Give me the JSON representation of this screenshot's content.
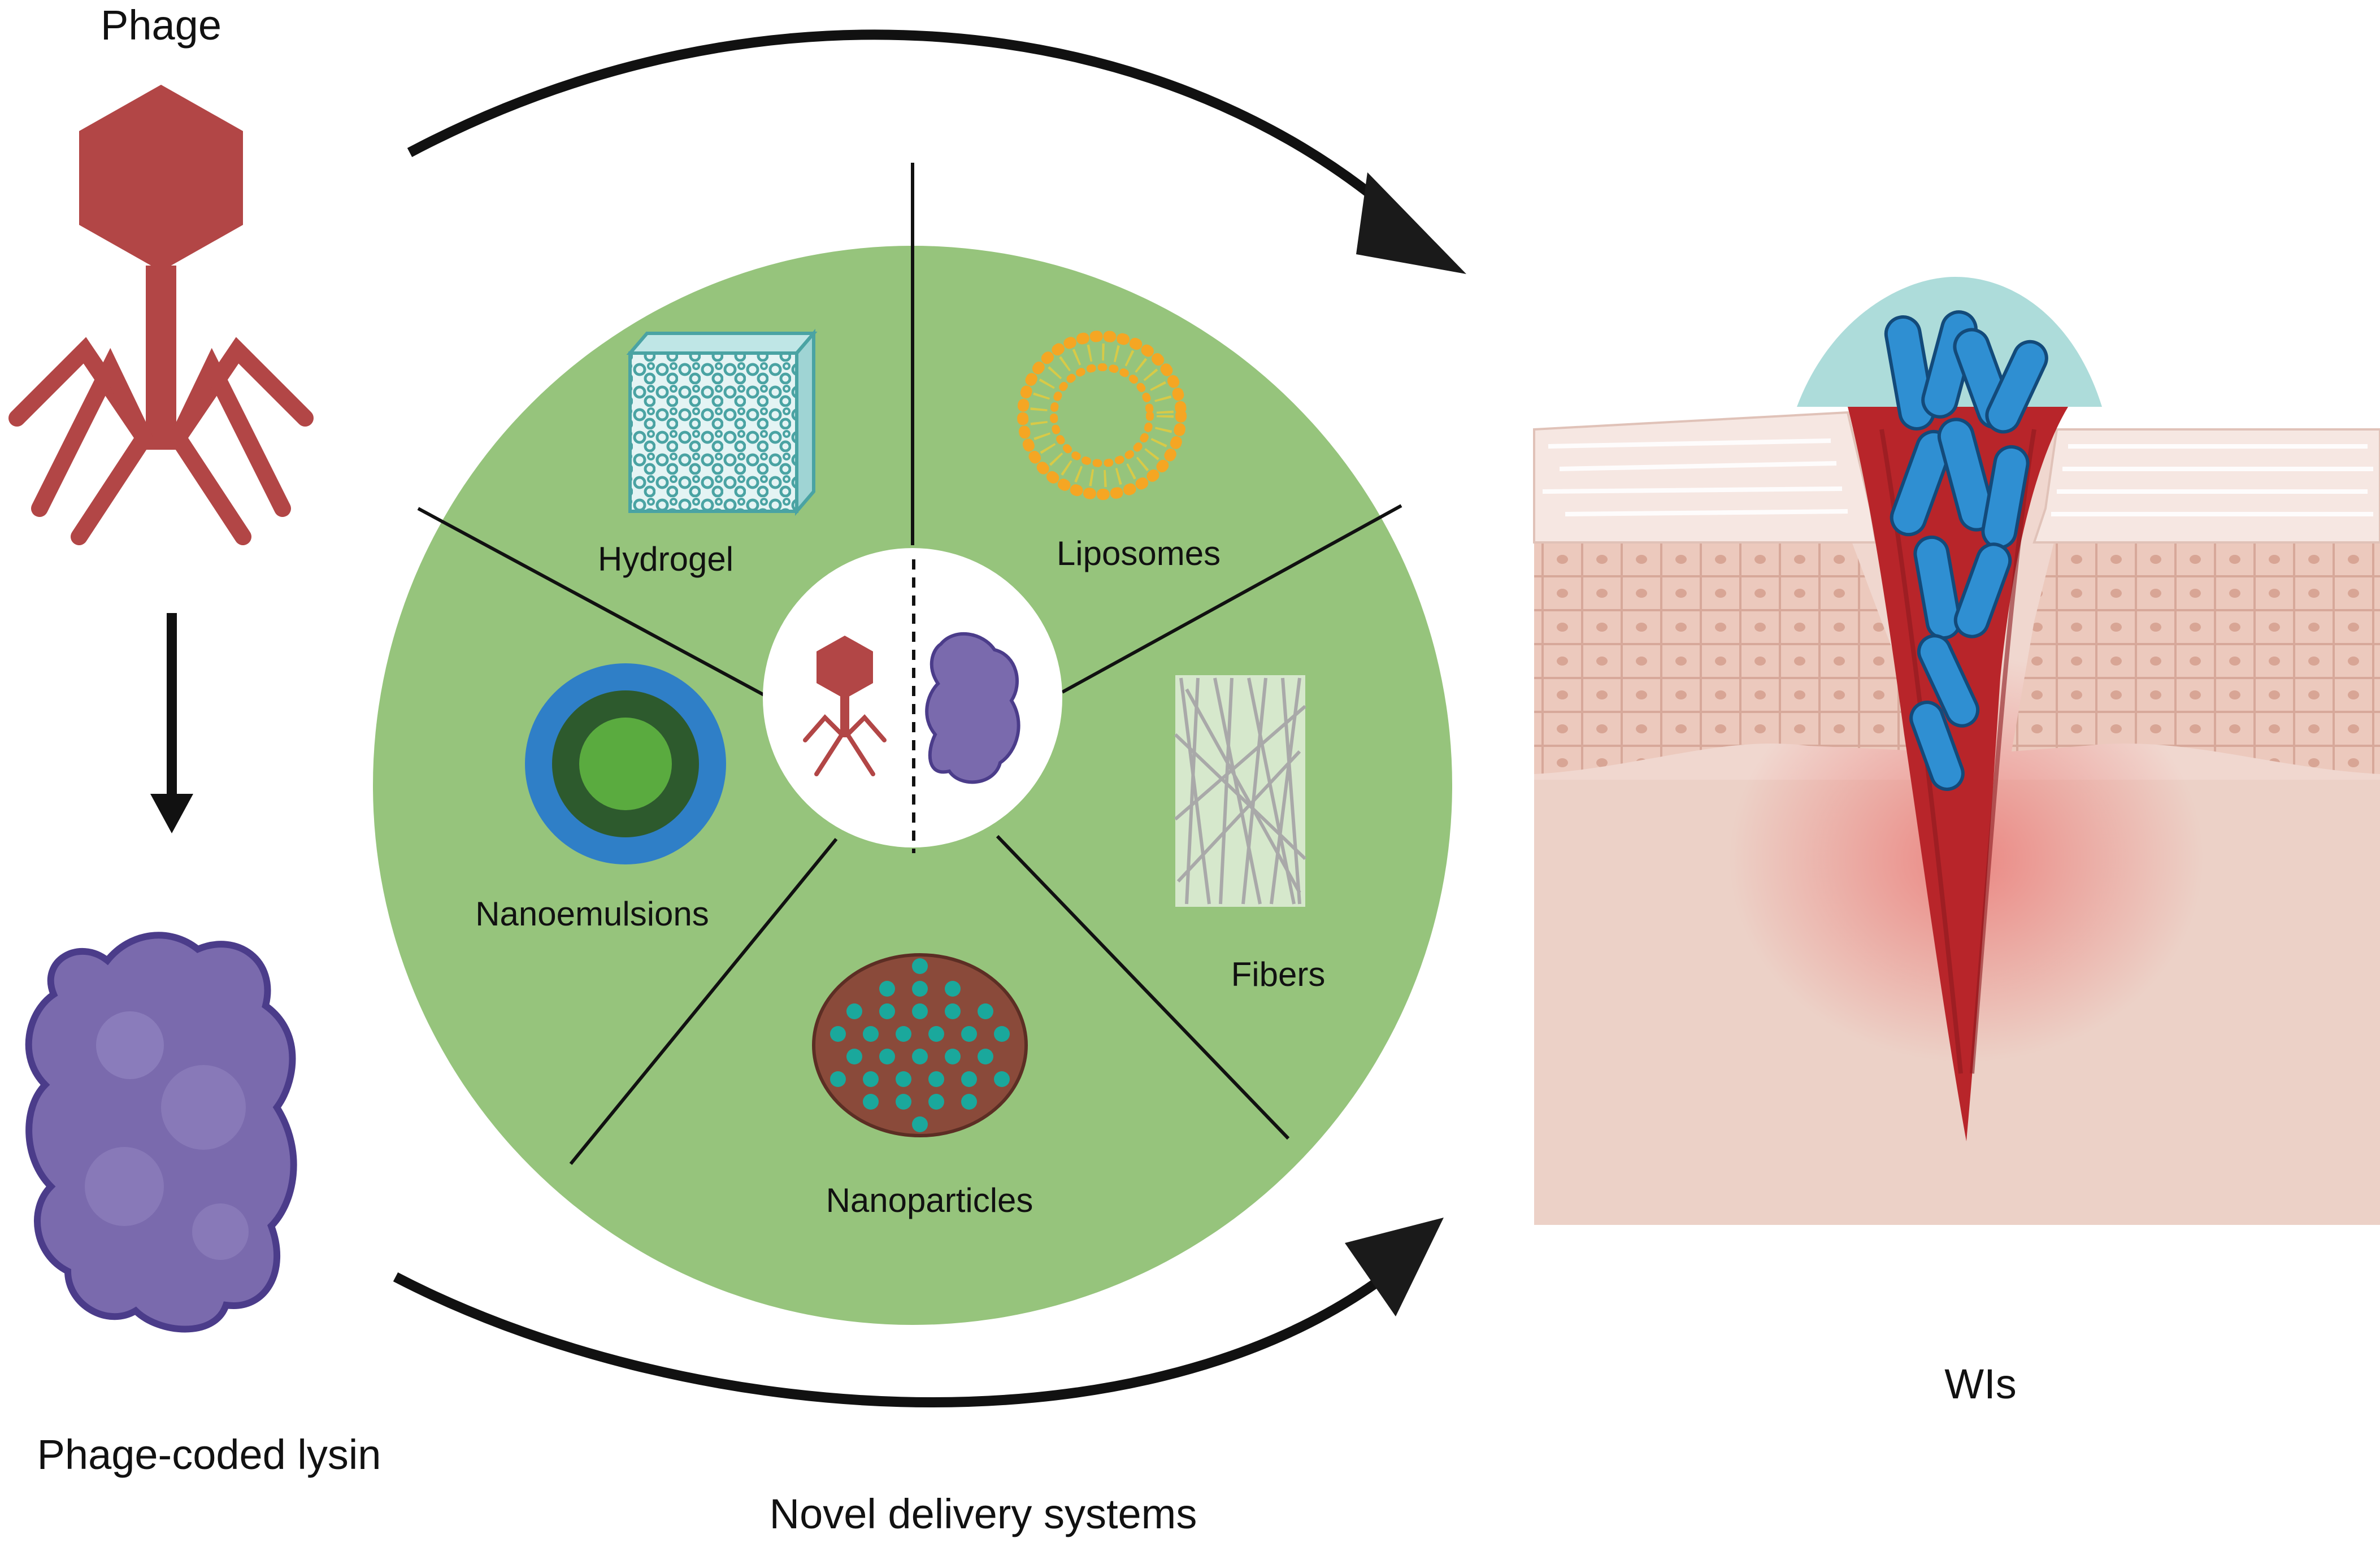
{
  "labels": {
    "phage": "Phage",
    "lysin": "Phage-coded lysin",
    "delivery": "Novel  delivery systems",
    "wound": "WIs"
  },
  "segments": [
    {
      "key": "hydrogel",
      "label": "Hydrogel",
      "icon": "hydrogel-cube-icon"
    },
    {
      "key": "liposomes",
      "label": "Liposomes",
      "icon": "liposome-icon"
    },
    {
      "key": "fibers",
      "label": "Fibers",
      "icon": "fibers-icon"
    },
    {
      "key": "nanoparticles",
      "label": "Nanoparticles",
      "icon": "nanoparticle-icon"
    },
    {
      "key": "nanoemulsions",
      "label": "Nanoemulsions",
      "icon": "nanoemulsion-icon"
    }
  ],
  "colors": {
    "phage": "#b24646",
    "lysin": "#7a6aad",
    "wheel": "#96c47c",
    "hydrogel": "#5fb4b4",
    "liposome": "#f5a623",
    "nanoparticle_core": "#8a4a3a",
    "nanoparticle_dot": "#1aa89c",
    "emulsion_outer": "#2f7fc7",
    "emulsion_mid": "#2d5a2d",
    "emulsion_inner": "#5aab3f",
    "bacteria": "#2f8fd2",
    "blood": "#b8252a",
    "skin": "#f0d7cf"
  }
}
